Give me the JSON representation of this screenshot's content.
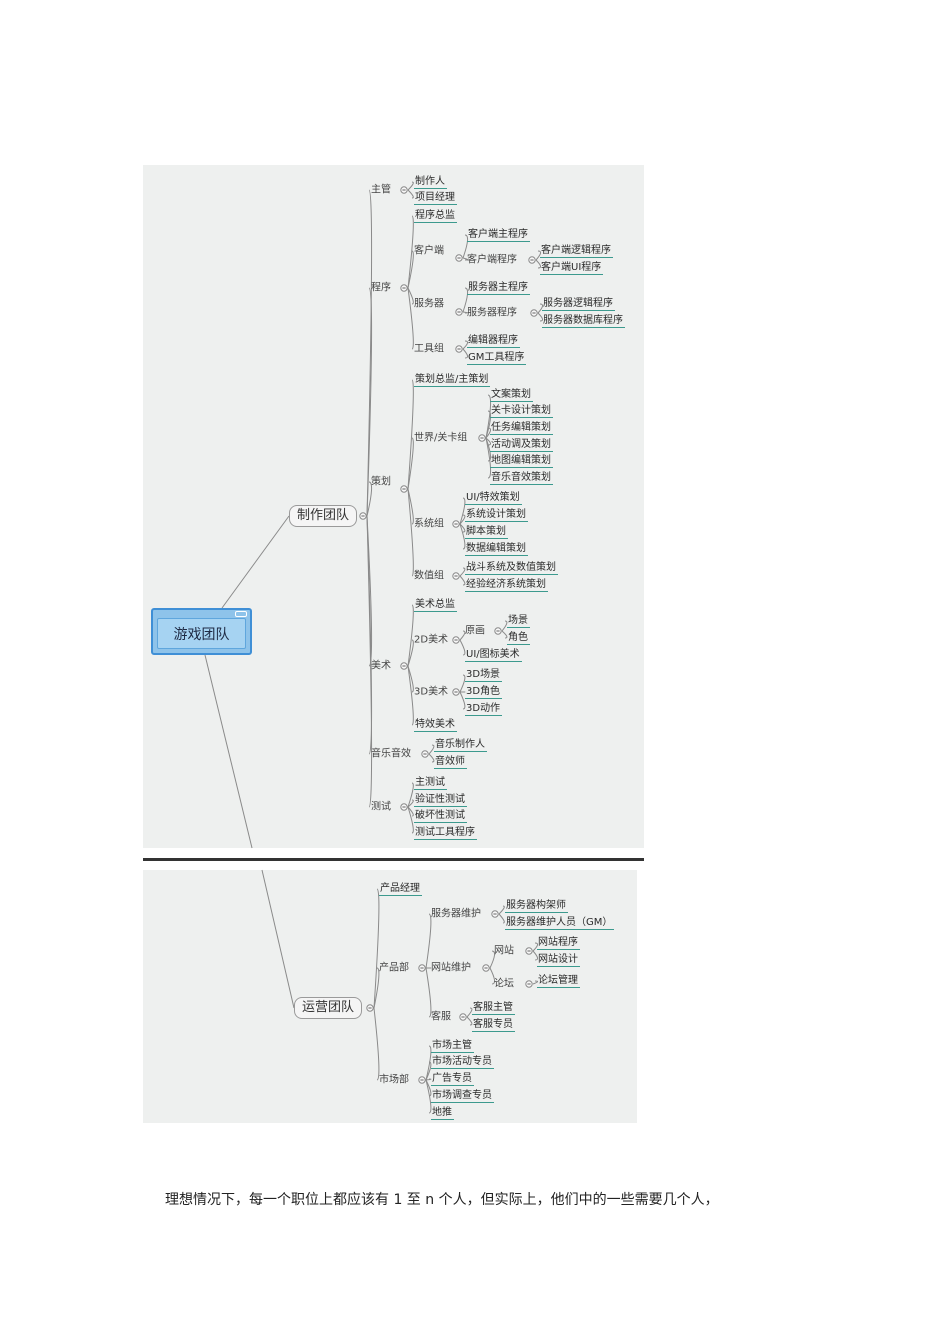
{
  "root": {
    "label": "游戏团队"
  },
  "teams": {
    "production": "制作团队",
    "operations": "运营团队"
  },
  "production": {
    "supervisor": {
      "label": "主管",
      "items": [
        "制作人",
        "项目经理"
      ]
    },
    "program": {
      "label": "程序",
      "chief": "程序总监",
      "client": {
        "label": "客户端",
        "main": "客户端主程序",
        "prog": {
          "label": "客户端程序",
          "items": [
            "客户端逻辑程序",
            "客户端UI程序"
          ]
        }
      },
      "server": {
        "label": "服务器",
        "main": "服务器主程序",
        "prog": {
          "label": "服务器程序",
          "items": [
            "服务器逻辑程序",
            "服务器数据库程序"
          ]
        }
      },
      "tools": {
        "label": "工具组",
        "items": [
          "编辑器程序",
          "GM工具程序"
        ]
      }
    },
    "design": {
      "label": "策划",
      "chief": "策划总监/主策划",
      "world": {
        "label": "世界/关卡组",
        "items": [
          "文案策划",
          "关卡设计策划",
          "任务编辑策划",
          "活动调及策划",
          "地图编辑策划",
          "音乐音效策划"
        ]
      },
      "system": {
        "label": "系统组",
        "items": [
          "UI/特效策划",
          "系统设计策划",
          "脚本策划",
          "数据编辑策划"
        ]
      },
      "numeric": {
        "label": "数值组",
        "items": [
          "战斗系统及数值策划",
          "经验经济系统策划"
        ]
      }
    },
    "art": {
      "label": "美术",
      "chief": "美术总监",
      "art2d": {
        "label": "2D美术",
        "concept": {
          "label": "原画",
          "items": [
            "场景",
            "角色"
          ]
        },
        "ui": "UI/图标美术"
      },
      "art3d": {
        "label": "3D美术",
        "items": [
          "3D场景",
          "3D角色",
          "3D动作"
        ]
      },
      "fx": "特效美术"
    },
    "audio": {
      "label": "音乐音效",
      "items": [
        "音乐制作人",
        "音效师"
      ]
    },
    "qa": {
      "label": "测试",
      "items": [
        "主测试",
        "验证性测试",
        "破坏性测试",
        "测试工具程序"
      ]
    }
  },
  "operations": {
    "pm": "产品经理",
    "product": {
      "label": "产品部",
      "server": {
        "label": "服务器维护",
        "items": [
          "服务器构架师",
          "服务器维护人员（GM）"
        ]
      },
      "web": {
        "label": "网站维护",
        "site": {
          "label": "网站",
          "items": [
            "网站程序",
            "网站设计"
          ]
        },
        "forum": {
          "label": "论坛",
          "items": [
            "论坛管理"
          ]
        }
      },
      "cs": {
        "label": "客服",
        "items": [
          "客服主管",
          "客服专员"
        ]
      }
    },
    "market": {
      "label": "市场部",
      "items": [
        "市场主管",
        "市场活动专员",
        "广告专员",
        "市场调查专员",
        "地推"
      ]
    }
  },
  "caption": "理想情况下，每一个职位上都应该有 1 至 n 个人，但实际上，他们中的一些需要几个人，"
}
